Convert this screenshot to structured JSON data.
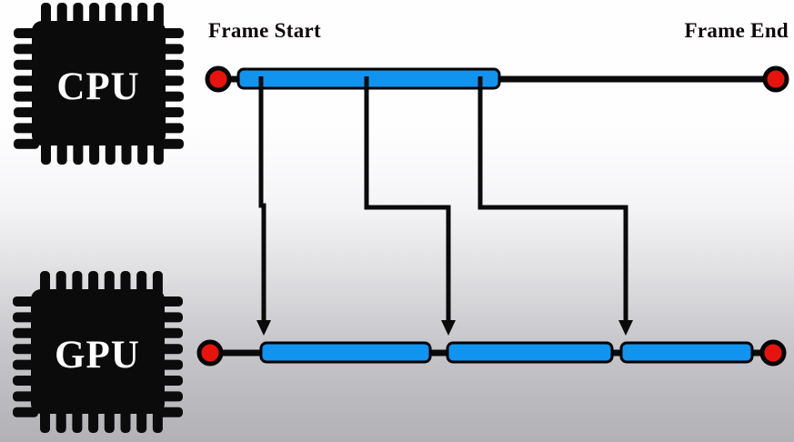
{
  "labels": {
    "frame_start": "Frame Start",
    "frame_end": "Frame End"
  },
  "chips": {
    "cpu": {
      "label": "CPU",
      "icon": "processor-chip-icon"
    },
    "gpu": {
      "label": "GPU",
      "icon": "processor-chip-icon"
    }
  },
  "timelines": {
    "cpu": {
      "work_bars": 1,
      "endpoint_markers": 2
    },
    "gpu": {
      "work_bars": 3,
      "endpoint_markers": 2
    }
  },
  "arrows": {
    "count": 3
  },
  "colors": {
    "background_top": "#fffeff",
    "background_bottom": "#b2b2b6",
    "chip_fill": "#0b0b0b",
    "chip_text": "#ffffff",
    "bar_fill": "#1193f0",
    "bar_stroke": "#000000",
    "line_stroke": "#0a0a0a",
    "marker_fill": "#e8130d",
    "marker_stroke": "#050505",
    "label_text": "#0c0609"
  }
}
